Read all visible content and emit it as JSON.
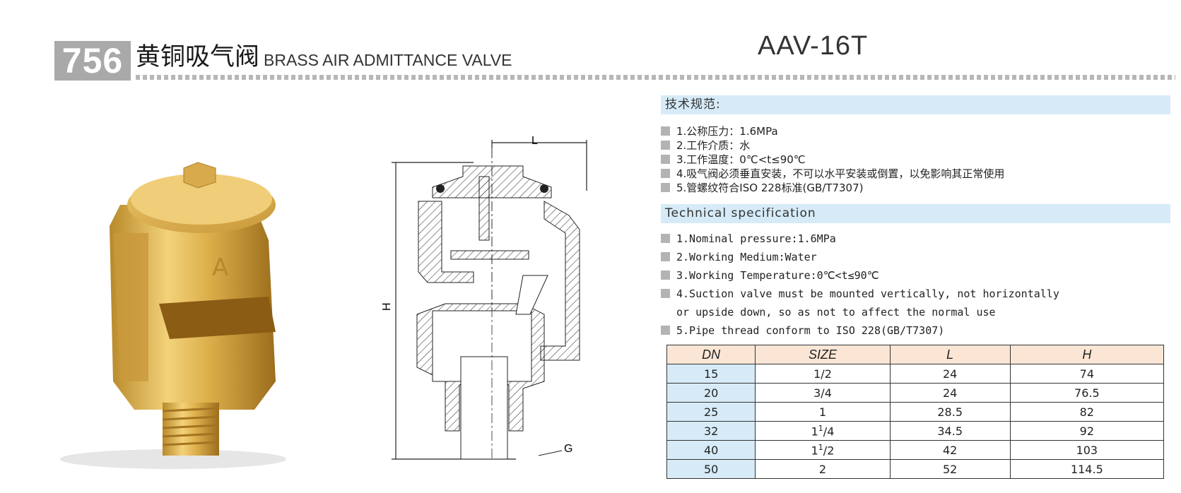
{
  "header": {
    "code": "756",
    "title_cn": "黄铜吸气阀",
    "title_en": "BRASS AIR ADMITTANCE VALVE",
    "model": "AAV-16T"
  },
  "drawing": {
    "label_l": "L",
    "label_h": "H",
    "label_g": "G"
  },
  "spec_cn": {
    "heading": "技术规范:",
    "items": [
      "1.公称压力：1.6MPa",
      "2.工作介质：水",
      "3.工作温度：0℃<t≤90℃",
      "4.吸气阀必须垂直安装，不可以水平安装或倒置，以免影响其正常使用",
      "5.管螺纹符合ISO 228标准(GB/T7307)"
    ]
  },
  "spec_en": {
    "heading": "Technical specification",
    "items": [
      "1.Nominal pressure:1.6MPa",
      "2.Working Medium:Water",
      "3.Working Temperature:0℃<t≤90℃",
      "4.Suction valve must be mounted vertically, not horizontally",
      "or upside down, so as not to affect the normal use",
      "5.Pipe thread conform to ISO 228(GB/T7307)"
    ]
  },
  "table": {
    "headers": [
      "DN",
      "SIZE",
      "L",
      "H"
    ],
    "rows": [
      {
        "dn": "15",
        "size_whole": "",
        "size_frac": "1/2",
        "l": "24",
        "h": "74"
      },
      {
        "dn": "20",
        "size_whole": "",
        "size_frac": "3/4",
        "l": "24",
        "h": "76.5"
      },
      {
        "dn": "25",
        "size_whole": "1",
        "size_frac": "",
        "l": "28.5",
        "h": "82"
      },
      {
        "dn": "32",
        "size_whole": "1",
        "size_sup": "1",
        "size_frac": "/4",
        "l": "34.5",
        "h": "92"
      },
      {
        "dn": "40",
        "size_whole": "1",
        "size_sup": "1",
        "size_frac": "/2",
        "l": "42",
        "h": "103"
      },
      {
        "dn": "50",
        "size_whole": "2",
        "size_frac": "",
        "l": "52",
        "h": "114.5"
      }
    ]
  }
}
